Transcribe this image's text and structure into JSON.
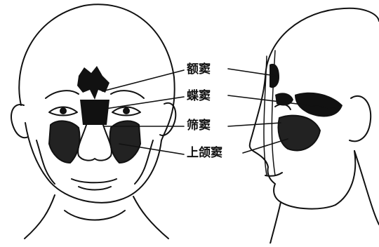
{
  "labels": {
    "frontal": "额窦",
    "sphenoid": "蝶窦",
    "ethmoid": "筛窦",
    "maxillary": "上颌窦"
  },
  "colors": {
    "ink": "#111111",
    "background": "#ffffff"
  }
}
